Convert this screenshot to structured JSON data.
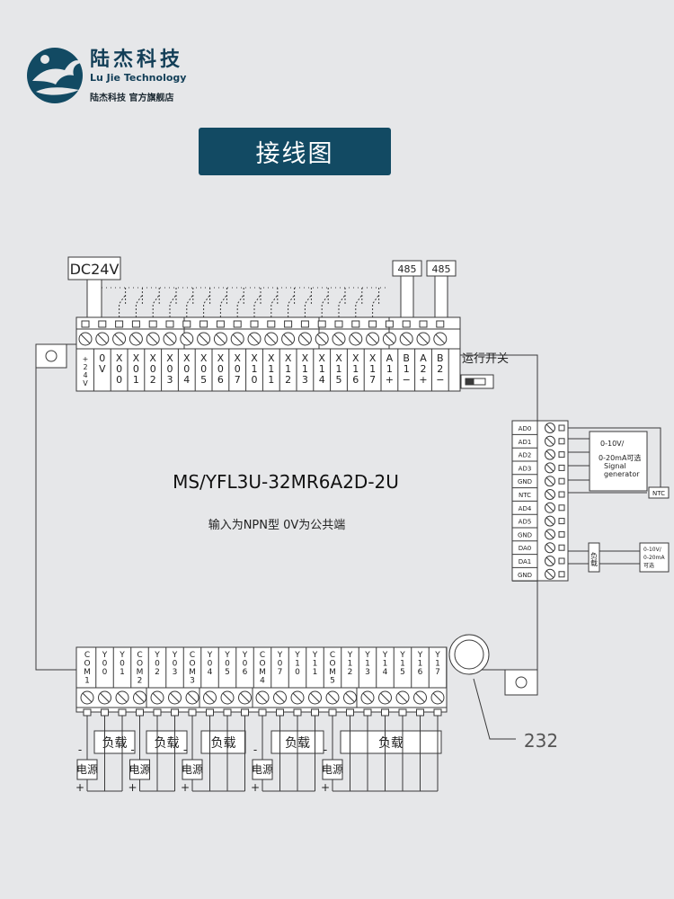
{
  "brand": {
    "name_cn": "陆杰科技",
    "name_en": "Lu Jie Technology",
    "shop": "陆杰科技  官方旗舰店"
  },
  "title": "接线图",
  "model": "MS/YFL3U-32MR6A2D-2U",
  "input_note": "输入为NPN型  0V为公共端",
  "power_label": "DC24V",
  "rs485_labels": [
    "485",
    "485"
  ],
  "run_switch_label": "运行开关",
  "top_terminals": [
    "+24V",
    "0V",
    "X00",
    "X01",
    "X02",
    "X03",
    "X04",
    "X05",
    "X06",
    "X07",
    "X10",
    "X11",
    "X12",
    "X13",
    "X14",
    "X15",
    "X16",
    "X17",
    "A1+",
    "B1−",
    "A2+",
    "B2−"
  ],
  "bottom_terminals": [
    "COM1",
    "Y00",
    "Y01",
    "COM2",
    "Y02",
    "Y03",
    "COM3",
    "Y04",
    "Y05",
    "Y06",
    "COM4",
    "Y07",
    "Y10",
    "Y11",
    "COM5",
    "Y12",
    "Y13",
    "Y14",
    "Y15",
    "Y16",
    "Y17"
  ],
  "analog_terminals": [
    "AD0",
    "AD1",
    "AD2",
    "AD3",
    "GND",
    "NTC",
    "AD4",
    "AD5",
    "GND",
    "DA0",
    "DA1",
    "GND"
  ],
  "signal_note": [
    "0-10V/",
    "0-20mA可选",
    "Signal",
    "generator"
  ],
  "ntc_label": "NTC",
  "da_load_label": "负载",
  "da_option_note": [
    "0-10V/",
    "0-20mA",
    "可选"
  ],
  "load_label": "负载",
  "power_source_label": "电源",
  "minus_sign": "-",
  "plus_sign": "+",
  "serial_label": "232",
  "colors": {
    "accent": "#124a63",
    "line": "#3a3a3a",
    "terminal": "#ffffff"
  }
}
